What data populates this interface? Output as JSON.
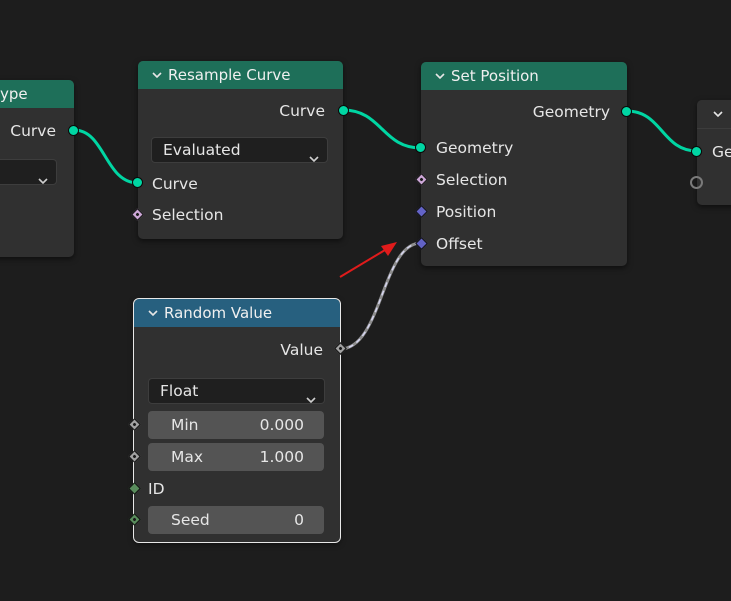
{
  "nodes": {
    "left_partial": {
      "title": "ype",
      "output_curve": "Curve"
    },
    "resample_curve": {
      "title": "Resample Curve",
      "output_curve": "Curve",
      "mode": "Evaluated",
      "input_curve": "Curve",
      "input_selection": "Selection"
    },
    "set_position": {
      "title": "Set Position",
      "output_geometry": "Geometry",
      "input_geometry": "Geometry",
      "input_selection": "Selection",
      "input_position": "Position",
      "input_offset": "Offset"
    },
    "random_value": {
      "title": "Random Value",
      "output_value": "Value",
      "data_type": "Float",
      "min_label": "Min",
      "min_value": "0.000",
      "max_label": "Max",
      "max_value": "1.000",
      "id_label": "ID",
      "seed_label": "Seed",
      "seed_value": "0"
    },
    "right_partial": {
      "input_geometry": "Ge"
    }
  },
  "colors": {
    "geometry_socket": "#00d6a3",
    "geometry_header": "#1e6f59",
    "utility_header": "#27607f",
    "vector_socket": "#6363c7",
    "field_socket": "#cca6d6",
    "float_socket": "#a1a1a1",
    "integer_socket": "#598c5c",
    "annotation_arrow": "#e01b1b"
  },
  "icons": {
    "collapse": "chevron-down-icon",
    "dropdown": "dropdown-arrow-icon"
  }
}
